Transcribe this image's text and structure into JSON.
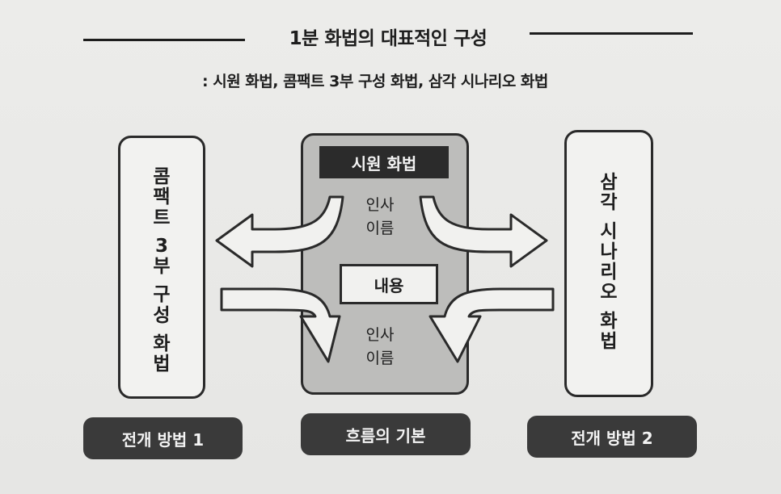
{
  "title": "1분 화법의 대표적인 구성",
  "subtitle": ": 시원 화법, 콤팩트 3부 구성 화법, 삼각 시나리오 화법",
  "left_box": {
    "chars": [
      "콤",
      "팩",
      "트",
      "",
      "3",
      "부",
      "",
      "구",
      "성",
      "",
      "화",
      "법"
    ]
  },
  "right_box": {
    "chars": [
      "삼",
      "각",
      "",
      "시",
      "나",
      "리",
      "오",
      "",
      "화",
      "법"
    ]
  },
  "center": {
    "header": "시원 화법",
    "top_lines": [
      "인사",
      "이름"
    ],
    "content": "내용",
    "bottom_lines": [
      "인사",
      "이름"
    ]
  },
  "footer": {
    "left": "전개 방법 1",
    "center": "흐름의 기본",
    "right": "전개 방법 2"
  },
  "colors": {
    "background": "#e9e9e7",
    "center_fill": "#bdbdbb",
    "dark_label": "#2b2b2b",
    "pill": "#3a3a3a",
    "line": "#1d1d1d"
  }
}
